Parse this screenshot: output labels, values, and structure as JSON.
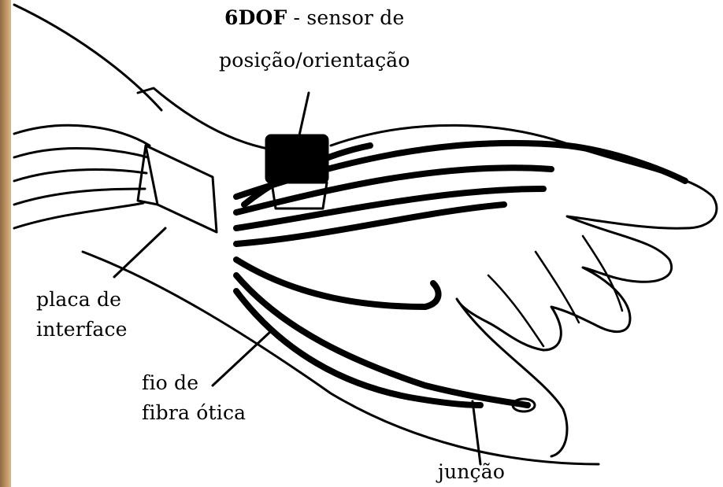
{
  "diagram": {
    "labels": {
      "sensor_line1_bold": "6DOF",
      "sensor_line1_rest": " - sensor de",
      "sensor_line2": "posição/orientação",
      "interface_line1": "placa de",
      "interface_line2": "interface",
      "fiber_line1": "fio de",
      "fiber_line2": "fibra ótica",
      "junction": "junção"
    },
    "colors": {
      "ink": "#000000",
      "paper": "#ffffff",
      "edge_strip": "#b88c5c"
    }
  }
}
